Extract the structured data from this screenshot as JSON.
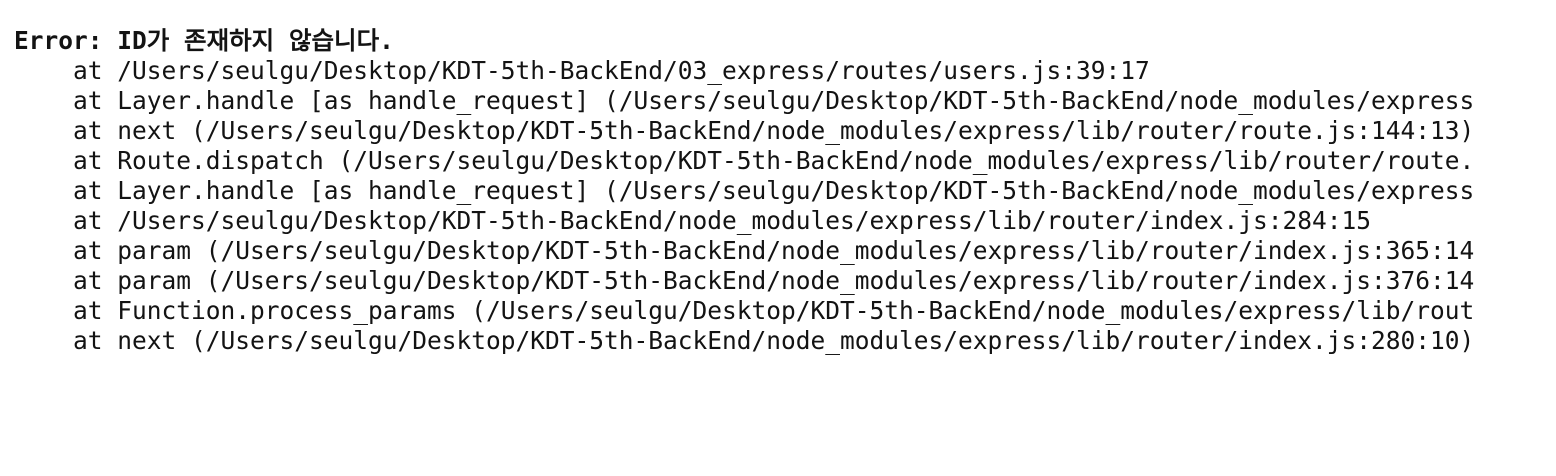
{
  "console": {
    "background_color": "#ffffff",
    "text_color": "#131313",
    "error_message": "Error: ID가 존재하지 않습니다.",
    "lines": [
      "Error: ID가 존재하지 않습니다.",
      "    at /Users/seulgu/Desktop/KDT-5th-BackEnd/03_express/routes/users.js:39:17",
      "    at Layer.handle [as handle_request] (/Users/seulgu/Desktop/KDT-5th-BackEnd/node_modules/express",
      "    at next (/Users/seulgu/Desktop/KDT-5th-BackEnd/node_modules/express/lib/router/route.js:144:13)",
      "    at Route.dispatch (/Users/seulgu/Desktop/KDT-5th-BackEnd/node_modules/express/lib/router/route.",
      "    at Layer.handle [as handle_request] (/Users/seulgu/Desktop/KDT-5th-BackEnd/node_modules/express",
      "    at /Users/seulgu/Desktop/KDT-5th-BackEnd/node_modules/express/lib/router/index.js:284:15",
      "    at param (/Users/seulgu/Desktop/KDT-5th-BackEnd/node_modules/express/lib/router/index.js:365:14",
      "    at param (/Users/seulgu/Desktop/KDT-5th-BackEnd/node_modules/express/lib/router/index.js:376:14",
      "    at Function.process_params (/Users/seulgu/Desktop/KDT-5th-BackEnd/node_modules/express/lib/rout",
      "    at next (/Users/seulgu/Desktop/KDT-5th-BackEnd/node_modules/express/lib/router/index.js:280:10)"
    ]
  }
}
